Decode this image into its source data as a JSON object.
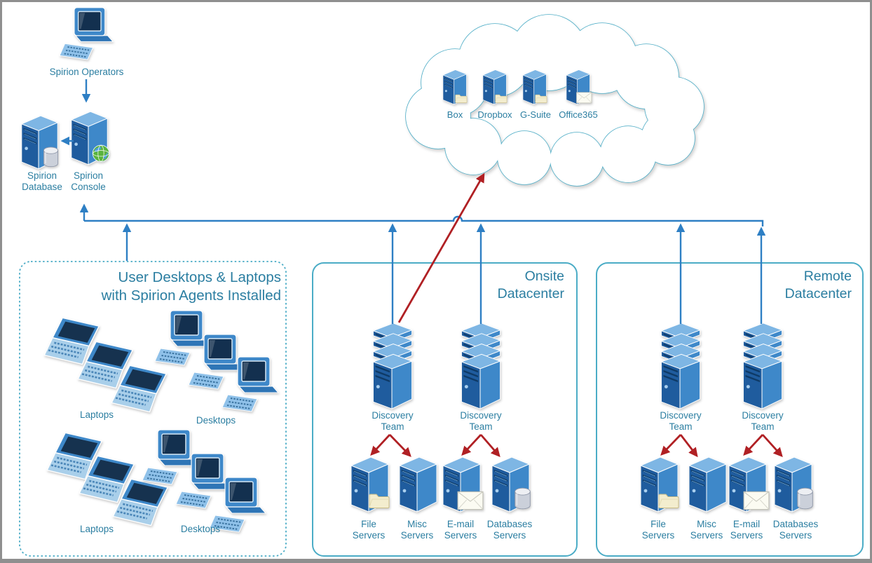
{
  "colors": {
    "line_blue": "#2e7fc4",
    "label_blue": "#2b7ea1",
    "box_border_teal": "#4bacc6",
    "arrow_red": "#b02024",
    "server_blue": "#2e75b6"
  },
  "management": {
    "operators_label": "Spirion Operators",
    "database_label": "Spirion\nDatabase",
    "console_label": "Spirion\nConsole"
  },
  "cloud": {
    "services": [
      {
        "label": "Box"
      },
      {
        "label": "Dropbox"
      },
      {
        "label": "G-Suite"
      },
      {
        "label": "Office365"
      }
    ]
  },
  "endpoints": {
    "title": "User Desktops & Laptops\nwith Spirion Agents Installed",
    "groups": [
      {
        "label": "Laptops"
      },
      {
        "label": "Desktops"
      },
      {
        "label": "Laptops"
      },
      {
        "label": "Desktops"
      }
    ]
  },
  "onsite": {
    "title": "Onsite\nDatacenter",
    "teams": [
      {
        "label": "Discovery\nTeam"
      },
      {
        "label": "Discovery\nTeam"
      }
    ],
    "servers": [
      {
        "label": "File\nServers"
      },
      {
        "label": "Misc\nServers"
      },
      {
        "label": "E-mail\nServers"
      },
      {
        "label": "Databases\nServers"
      }
    ]
  },
  "remote": {
    "title": "Remote\nDatacenter",
    "teams": [
      {
        "label": "Discovery\nTeam"
      },
      {
        "label": "Discovery\nTeam"
      }
    ],
    "servers": [
      {
        "label": "File\nServers"
      },
      {
        "label": "Misc\nServers"
      },
      {
        "label": "E-mail\nServers"
      },
      {
        "label": "Databases\nServers"
      }
    ]
  }
}
